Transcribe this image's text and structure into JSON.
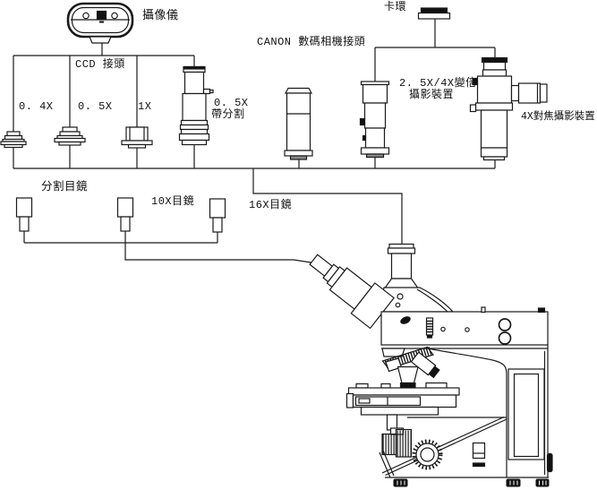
{
  "page": {
    "background": "#ffffff",
    "ink": "#1a1a1a"
  },
  "camera": {
    "label": "攝像儀"
  },
  "ccd": {
    "label": "CCD 接頭"
  },
  "adapters": [
    {
      "label": "0. 4X"
    },
    {
      "label": "0. 5X"
    },
    {
      "label": "1X"
    }
  ],
  "split_adapter": {
    "label_line1": "0. 5X",
    "label_line2": "帶分割"
  },
  "canon": {
    "label": "CANON 數碼相機接頭"
  },
  "snap_ring": {
    "label": "卡環"
  },
  "zoom_photo_device": {
    "label_line1": "2. 5X/4X變倍",
    "label_line2": "攝影裝置"
  },
  "focus_photo_device": {
    "label": "4X對焦攝影裝置"
  },
  "eyepieces": {
    "split": "分割目鏡",
    "x10": "10X目鏡",
    "x16": "16X目鏡"
  }
}
